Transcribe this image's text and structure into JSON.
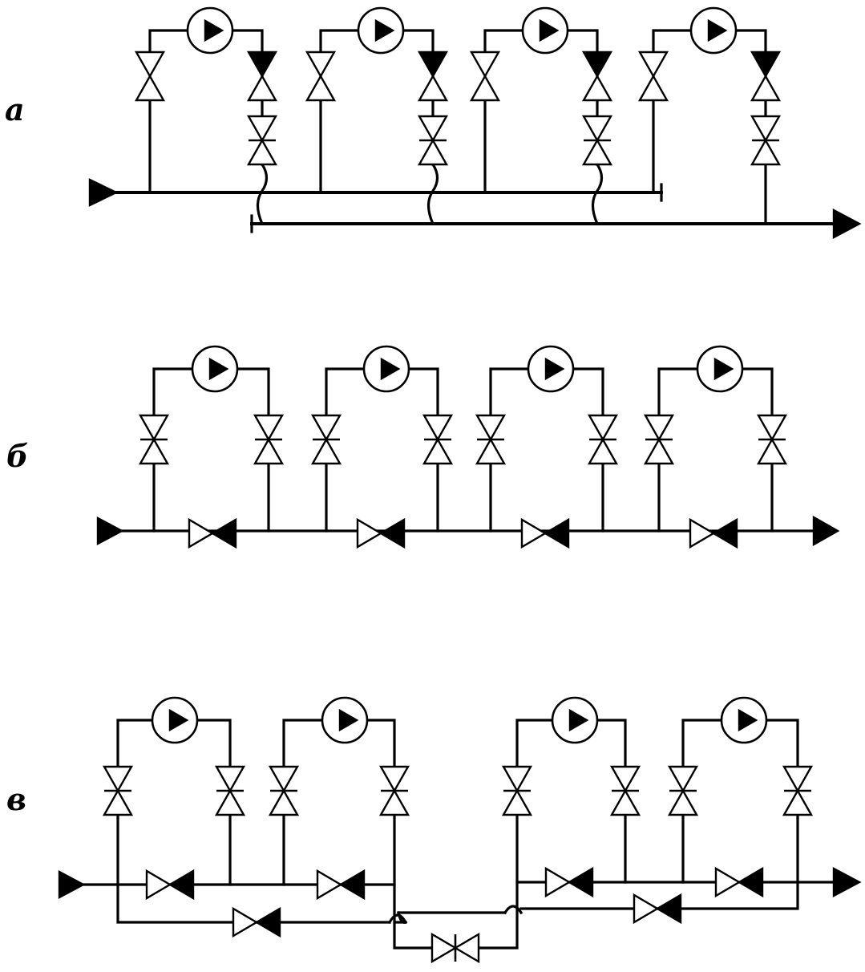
{
  "labels": {
    "a": "а",
    "b": "б",
    "c": "в"
  },
  "colors": {
    "line": "#000000",
    "background": "#ffffff"
  },
  "icons": [
    "pump-icon",
    "valve-icon",
    "check-valve-icon",
    "flow-arrow-icon"
  ]
}
